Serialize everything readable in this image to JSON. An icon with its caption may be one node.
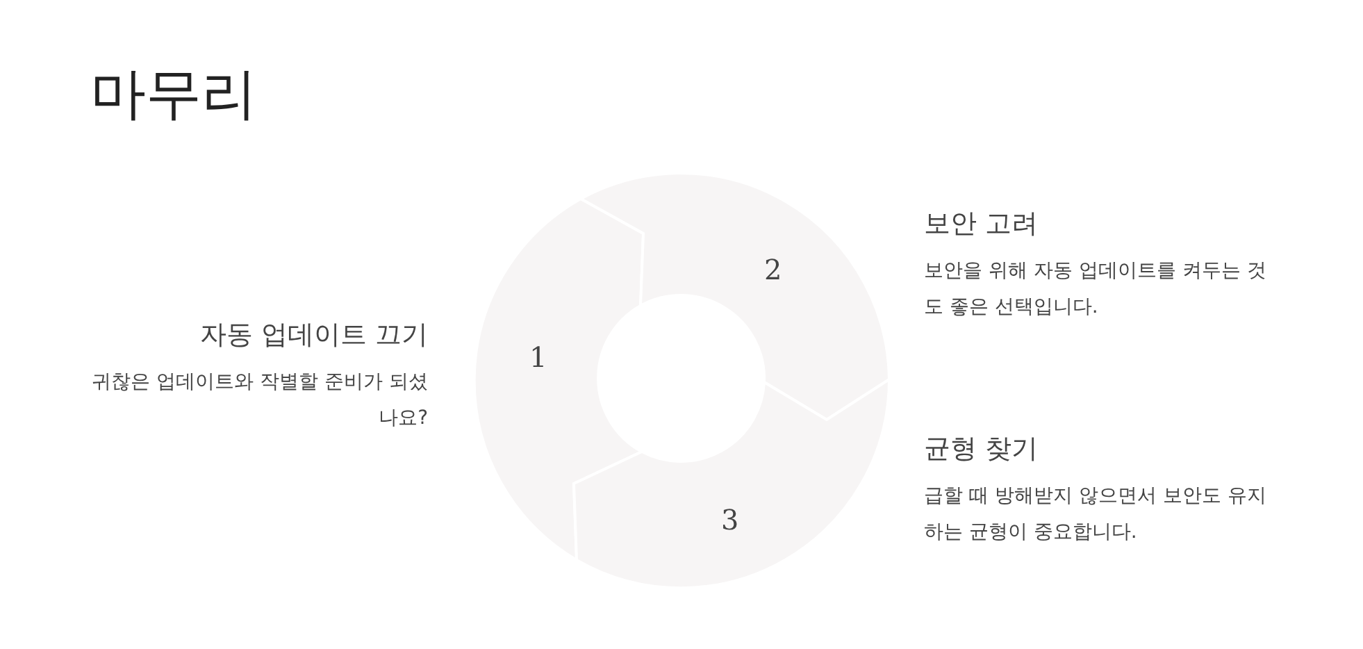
{
  "diagram": {
    "title": "마무리",
    "nodes": [
      {
        "text": [
          "1"
        ],
        "beside": [
          "자동 업데이트 끄기",
          "귀찮은 업데이트와 작별할 준비가 되셨나요?"
        ]
      },
      {
        "text": [
          "2"
        ],
        "beside": [
          "보안 고려",
          "보안을 위해 자동 업데이트를 켜두는 것도 좋은 선택입니다."
        ]
      },
      {
        "text": [
          "3"
        ],
        "beside": [
          "균형 찾기",
          "급할 때 방해받지 않으면서 보안도 유지하는 균형이 중요합니다."
        ]
      }
    ]
  }
}
